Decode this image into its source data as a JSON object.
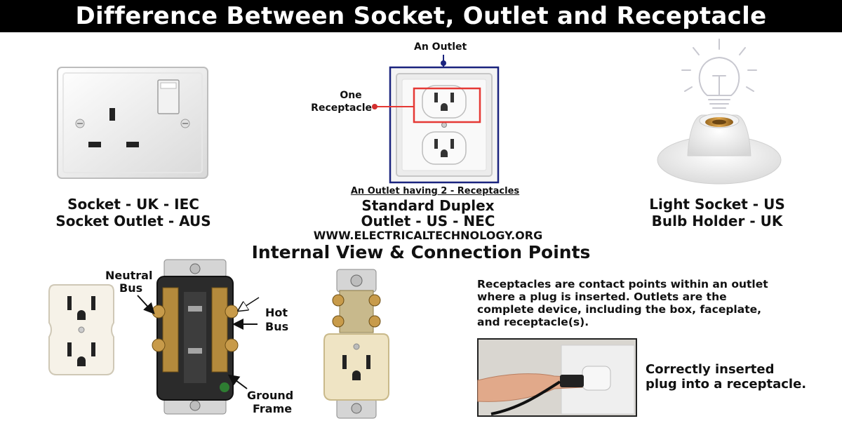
{
  "header": {
    "title": "Difference Between Socket, Outlet and Receptacle"
  },
  "top": {
    "uk_socket": {
      "caption_line1": "Socket - UK - IEC",
      "caption_line2": "Socket Outlet - AUS"
    },
    "us_outlet": {
      "label_outlet": "An Outlet",
      "label_receptacle_line1": "One",
      "label_receptacle_line2": "Receptacle",
      "subcaption": "An Outlet having 2 - Receptacles",
      "caption_line1": "Standard Duplex",
      "caption_line2": "Outlet - US - NEC",
      "website": "WWW.ELECTRICALTECHNOLOGY.ORG"
    },
    "light_socket": {
      "caption_line1": "Light Socket - US",
      "caption_line2": "Bulb Holder - UK"
    }
  },
  "bottom": {
    "section_title": "Internal View & Connection Points",
    "labels": {
      "neutral_line1": "Neutral",
      "neutral_line2": "Bus",
      "hot_line1": "Hot",
      "hot_line2": "Bus",
      "ground_line1": "Ground",
      "ground_line2": "Frame"
    },
    "description": [
      "Receptacles are contact points within an outlet",
      "where a plug is inserted. Outlets are the",
      "complete device, including the box, faceplate,",
      "and receptacle(s)."
    ],
    "plug_caption_line1": "Correctly inserted",
    "plug_caption_line2": "plug into a receptacle."
  },
  "colors": {
    "title_bar": "#000000",
    "outlet_frame": "#1a237e",
    "receptacle_frame": "#e53935",
    "pointer_dot": "#d32f2f"
  },
  "icons": [
    "light-bulb-icon",
    "arrow-icon"
  ]
}
